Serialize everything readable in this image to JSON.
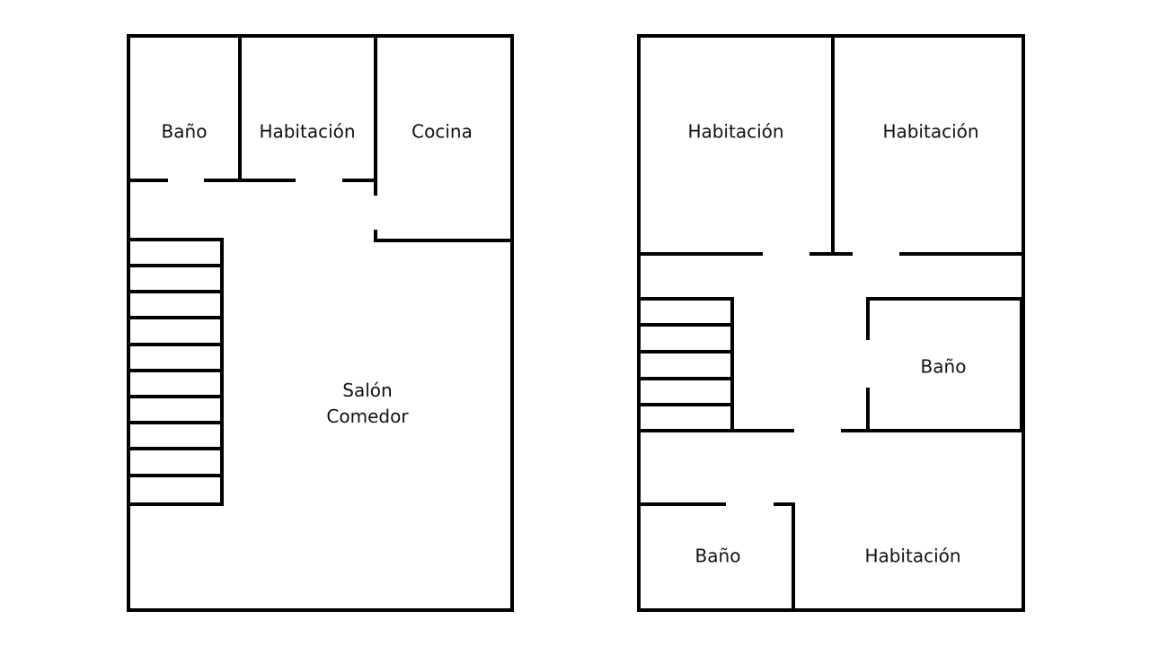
{
  "plans": [
    {
      "name": "ground-floor",
      "rooms": {
        "bano": "Baño",
        "habitacion": "Habitación",
        "cocina": "Cocina",
        "salon_1": "Salón",
        "salon_2": "Comedor"
      }
    },
    {
      "name": "upper-floor",
      "rooms": {
        "habitacion_1": "Habitación",
        "habitacion_2": "Habitación",
        "bano_1": "Baño",
        "bano_2": "Baño",
        "habitacion_3": "Habitación"
      }
    }
  ]
}
